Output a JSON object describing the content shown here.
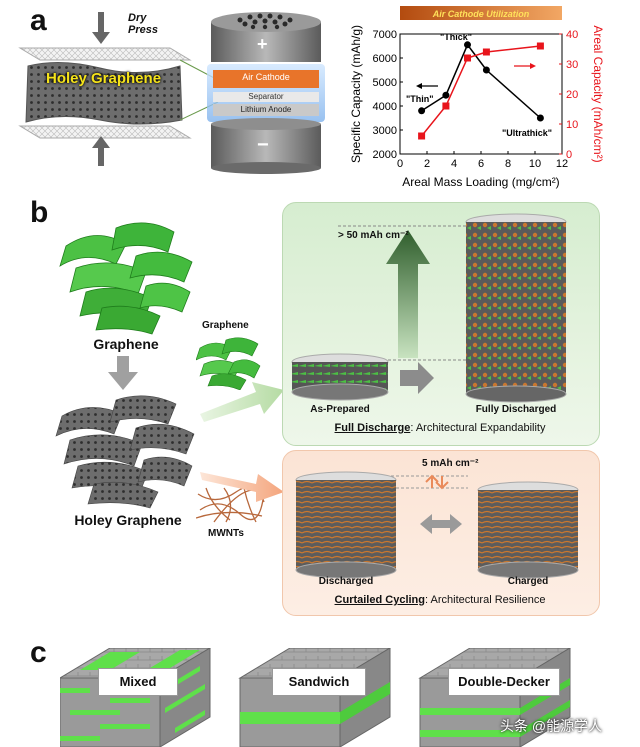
{
  "panel_a": {
    "letter": "a",
    "dry_press_label": "Dry\nPress",
    "holey_graphene_label": "Holey Graphene",
    "cell": {
      "plus": "+",
      "minus": "−",
      "air_cathode": "Air Cathode",
      "separator": "Separator",
      "lithium_anode": "Lithium Anode"
    }
  },
  "chart_data": {
    "type": "line",
    "title": "Air Cathode Utilization",
    "xlabel": "Areal Mass Loading (mg/cm²)",
    "ylabel_left": "Specific Capacity (mAh/g)",
    "ylabel_right": "Areal Capacity (mAh/cm²)",
    "xlim": [
      0,
      12
    ],
    "xticks": [
      0,
      2,
      4,
      6,
      8,
      10,
      12
    ],
    "ylim_left": [
      2000,
      7000
    ],
    "yticks_left": [
      2000,
      3000,
      4000,
      5000,
      6000,
      7000
    ],
    "ylim_right": [
      0,
      40
    ],
    "yticks_right": [
      0,
      10,
      20,
      30,
      40
    ],
    "series": [
      {
        "color": "#000000",
        "marker": "circle",
        "axis": "left",
        "x": [
          1.6,
          3.4,
          5.0,
          6.4,
          10.4
        ],
        "y": [
          3800,
          4450,
          6550,
          5500,
          3500
        ]
      },
      {
        "color": "#e8141b",
        "marker": "square",
        "axis": "right",
        "x": [
          1.6,
          3.4,
          5.0,
          6.4,
          10.4
        ],
        "y": [
          6,
          16,
          32,
          34,
          36
        ]
      }
    ],
    "annotations": [
      "\"Thin\"",
      "\"Thick\"",
      "\"Ultrathick\""
    ]
  },
  "panel_b": {
    "letter": "b",
    "graphene_title": "Graphene",
    "holey_graphene_title": "Holey Graphene",
    "graphene_small": "Graphene",
    "mwnts": "MWNTs",
    "green": {
      "capacity": "> 50 mAh cm⁻²",
      "as_prepared": "As-Prepared",
      "fully_discharged": "Fully Discharged",
      "caption_bold": "Full Discharge",
      "caption_rest": ": Architectural Expandability"
    },
    "orange": {
      "capacity": "5 mAh cm⁻²",
      "discharged": "Discharged",
      "charged": "Charged",
      "caption_bold": "Curtailed Cycling",
      "caption_rest": ": Architectural Resilience"
    }
  },
  "panel_c": {
    "letter": "c",
    "mixed": "Mixed",
    "sandwich": "Sandwich",
    "double_decker": "Double-Decker",
    "watermark": "头条 @能源学人"
  },
  "colors": {
    "graphene_green": "#3fbf3a",
    "holey_gray": "#8a8a8a",
    "red_series": "#e8141b",
    "orange_arrow": "#f4a57d"
  }
}
